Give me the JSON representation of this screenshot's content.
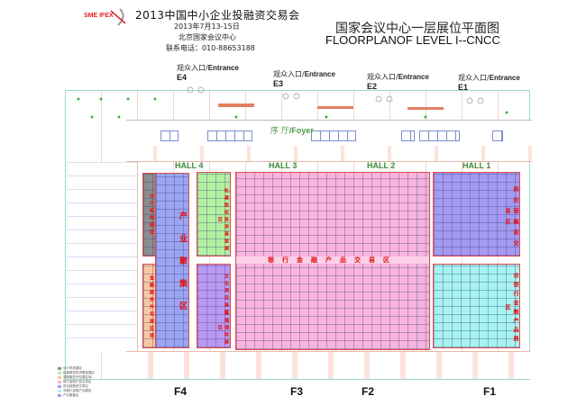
{
  "header": {
    "logo_text": "SME IFEX",
    "title": "2013中国中小企业投融资交易会",
    "date": "2013年7月13-15日",
    "venue": "北京国家会议中心",
    "contact": "联系电话：010-88653188",
    "plan_title_cn": "国家会议中心一层展位平面图",
    "plan_title_en": "FLOORPLANOF LEVEL I--CNCC"
  },
  "entrances": [
    {
      "label_cn": "观众入口/",
      "label_en": "Entrance",
      "code": "E4"
    },
    {
      "label_cn": "观众入口/",
      "label_en": "Entrance",
      "code": "E3"
    },
    {
      "label_cn": "观众入口/",
      "label_en": "Entrance",
      "code": "E2"
    },
    {
      "label_cn": "观众入口/",
      "label_en": "Entrance",
      "code": "E1"
    }
  ],
  "foyer": {
    "label_cn": "序 厅",
    "label_en": "/Foyer"
  },
  "halls": [
    "HALL 4",
    "HALL 3",
    "HALL 2",
    "HALL 1"
  ],
  "zones": {
    "agency": "中介机构展区",
    "industry_cluster": "产业聚集区",
    "outsourcing": "金融服务外包展区域",
    "private_equity": "私募股权投资基金展区",
    "culture": "文化项目展区",
    "wealth": "高端理财展区",
    "bank_products": "银行金融产品交易区",
    "supply_chain": "供应链融资交易区",
    "non_bank": "非银行金融产品展区"
  },
  "floors": [
    "F4",
    "F3",
    "F2",
    "F1"
  ],
  "colors": {
    "agency": "#8c8c8c",
    "industry_cluster": "#9aa4f0",
    "outsourcing": "#f8c9a0",
    "private_equity": "#b4f0a0",
    "culture": "#b99af0",
    "bank_products": "#f8b4dc",
    "supply_chain": "#a49af0",
    "non_bank": "#a8f4f0",
    "zone_text": "#e01010",
    "hall_text": "#3a8a3a"
  }
}
